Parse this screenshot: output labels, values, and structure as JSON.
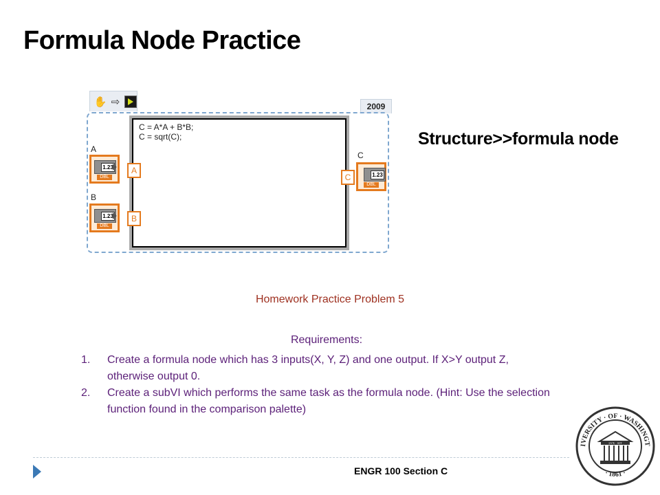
{
  "slide": {
    "title": "Formula Node Practice",
    "subtitle": "Structure>>formula node"
  },
  "diagram": {
    "toolbar_icons": [
      "hand-icon",
      "arrow-right-icon",
      "run-icon"
    ],
    "year_label": "2009",
    "formula_lines": [
      "C = A*A + B*B;",
      "C = sqrt(C);"
    ],
    "inputs": [
      {
        "name": "A",
        "terminal": "A",
        "display": "1.23",
        "type": "DBL"
      },
      {
        "name": "B",
        "terminal": "B",
        "display": "1.23",
        "type": "DBL"
      }
    ],
    "output": {
      "name": "C",
      "terminal": "C",
      "display": "1.23",
      "type": "DBL"
    },
    "colors": {
      "wire_orange": "#e47a1e",
      "frame_gray": "#aaaaaa",
      "dash_blue": "#7fa7cf"
    }
  },
  "homework": {
    "title": "Homework Practice Problem 5",
    "requirements_label": "Requirements:",
    "items": [
      {
        "num": "1.",
        "text": "Create a formula node which has 3 inputs(X, Y, Z) and one output. If X>Y output Z, otherwise output 0."
      },
      {
        "num": "2.",
        "text": "Create a subVI which performs the same task as the formula node. (Hint: Use the selection function found in the comparison palette)"
      }
    ],
    "colors": {
      "title": "#9e3020",
      "body": "#5b1f78"
    }
  },
  "footer": {
    "text": "ENGR 100 Section C"
  },
  "seal": {
    "text_top": "UNIVERSITY · OF · WASHINGTON",
    "motto": "LVX · SIT",
    "year": "1861"
  }
}
